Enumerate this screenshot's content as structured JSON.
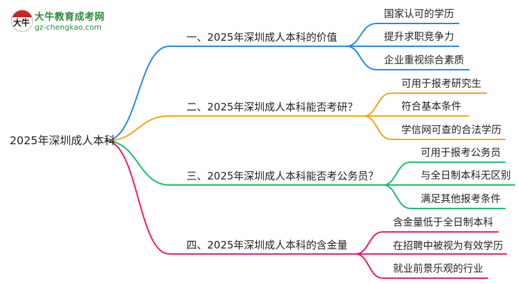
{
  "logo": {
    "badge_chars": "大牛",
    "name": "大牛教育成考网",
    "url": "gz-chengkao.com"
  },
  "colors": {
    "branch1": "#1e88f0",
    "branch2": "#f5a50a",
    "branch3": "#14c06a",
    "branch4": "#f0146e",
    "text": "#222222",
    "logo_green": "#2d8a3e",
    "logo_red": "#d0202a"
  },
  "root": {
    "label": "2025年深圳成人本科"
  },
  "branches": [
    {
      "label": "一、2025年深圳成人本科的价值",
      "children": [
        "国家认可的学历",
        "提升求职竞争力",
        "企业重视综合素质"
      ]
    },
    {
      "label": "二、2025年深圳成人本科能否考研？",
      "children": [
        "可用于报考研究生",
        "符合基本条件",
        "学信网可查的合法学历"
      ]
    },
    {
      "label": "三、2025年深圳成人本科能否考公务员？",
      "children": [
        "可用于报考公务员",
        "与全日制本科无区别",
        "满足其他报考条件"
      ]
    },
    {
      "label": "四、2025年深圳成人本科的含金量",
      "children": [
        "含金量低于全日制本科",
        "在招聘中被视为有效学历",
        "就业前景乐观的行业"
      ]
    }
  ]
}
